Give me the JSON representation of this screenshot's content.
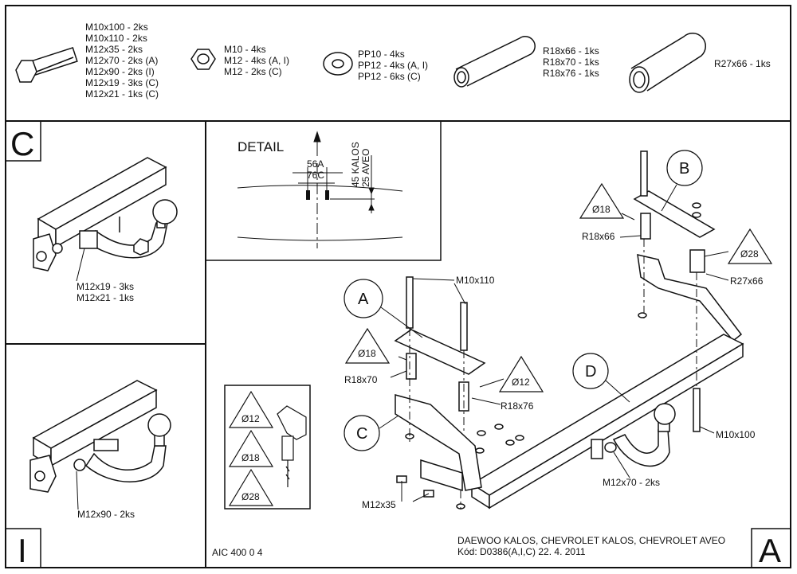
{
  "parts": {
    "bolts": [
      "M10x100 - 2ks",
      "M10x110 - 2ks",
      "M12x35 - 2ks",
      "M12x70 - 2ks (A)",
      "M12x90 - 2ks (I)",
      "M12x19 - 3ks (C)",
      "M12x21 - 1ks (C)"
    ],
    "nuts": [
      "M10 - 4ks",
      "M12 - 4ks (A, I)",
      "M12 - 2ks (C)"
    ],
    "washers": [
      "PP10 - 4ks",
      "PP12 - 4ks (A, I)",
      "PP12 - 6ks (C)"
    ],
    "sleeves_small": [
      "R18x66 - 1ks",
      "R18x70 - 1ks",
      "R18x76 - 1ks"
    ],
    "sleeve_large": "R27x66 - 1ks"
  },
  "panel_c": {
    "letter": "C",
    "labels": [
      "M12x19 - 3ks",
      "M12x21 - 1ks"
    ]
  },
  "panel_i": {
    "letter": "I",
    "label": "M12x90 - 2ks"
  },
  "detail": {
    "title": "DETAIL",
    "dim1": "56A",
    "dim2": "76C",
    "vert1": "45 KALOS",
    "vert2": "25 AVEO"
  },
  "drill": {
    "sizes": [
      "Ø12",
      "Ø18",
      "Ø28"
    ]
  },
  "main": {
    "circles": [
      "A",
      "B",
      "C",
      "D"
    ],
    "triangles": [
      "Ø18",
      "Ø18",
      "Ø12",
      "Ø28"
    ],
    "labels": {
      "m10x110": "M10x110",
      "r18x70": "R18x70",
      "r18x76": "R18x76",
      "r18x66": "R18x66",
      "r27x66": "R27x66",
      "m10x100": "M10x100",
      "m12x70": "M12x70 - 2ks",
      "m12x35": "M12x35"
    }
  },
  "footer": {
    "code": "AIC 400 0 4",
    "vehicles": "DAEWOO KALOS, CHEVROLET KALOS, CHEVROLET AVEO",
    "kod": "Kód: D0386(A,I,C)  22. 4. 2011",
    "letter": "A"
  }
}
